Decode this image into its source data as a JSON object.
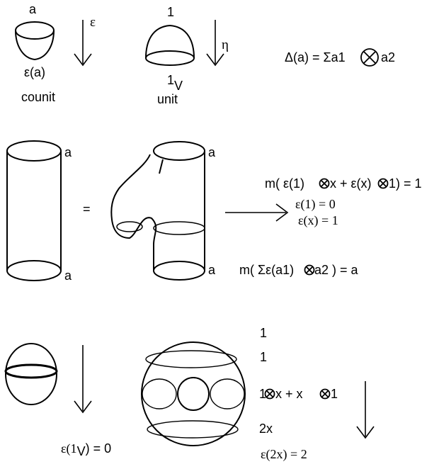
{
  "top": {
    "counit_top": "a",
    "counit_arrow": "ε",
    "counit_result": "ε(a)",
    "counit_caption": "counit",
    "unit_top": "1",
    "unit_arrow": "η",
    "unit_result_main": "1",
    "unit_result_sub": "V",
    "unit_caption": "unit",
    "coproduct": "Δ(a) = Σa1",
    "coproduct_tail": "a2"
  },
  "middle": {
    "left_top": "a",
    "left_bottom": "a",
    "equals": "=",
    "right_top": "a",
    "right_bottom": "a",
    "formula1_pre": "m( ε(1)",
    "formula1_mid": "x + ε(x)",
    "formula1_post": "1)  = 1",
    "formula2": "ε(1) = 0",
    "formula3": "ε(x) = 1",
    "formula4_pre": "m( Σε(a1)",
    "formula4_post": " a2 ) = a"
  },
  "bottom": {
    "sphere_result_pre": "ε(1",
    "sphere_result_sub": "V",
    "sphere_result_post": ") = 0",
    "level1": "1",
    "level2": "1",
    "level3_a": "1",
    "level3_b": "x + x",
    "level3_c": "1",
    "level4": "2x",
    "torus_result": "ε(2x) = 2"
  },
  "colors": {
    "ink": "#000000",
    "background": "#ffffff"
  }
}
